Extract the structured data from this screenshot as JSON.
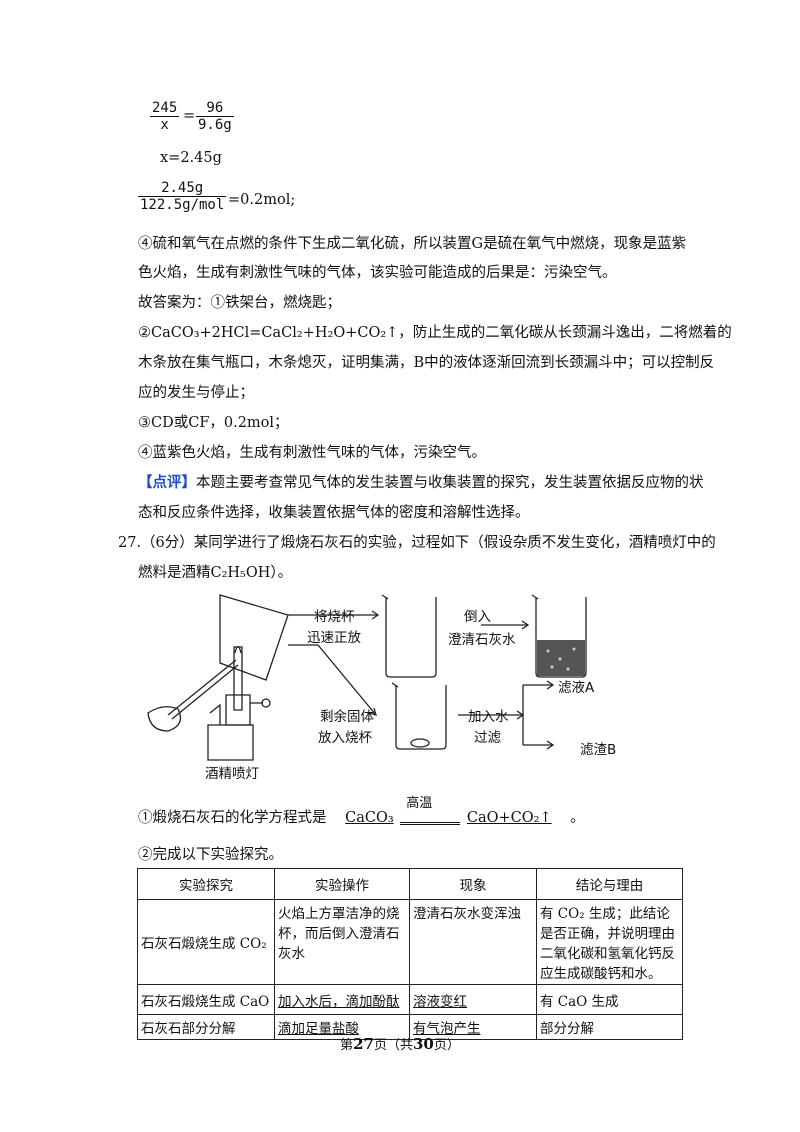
{
  "calc": {
    "frac1_num": "245",
    "frac1_den": "x",
    "eq": "=",
    "frac2_num": "96",
    "frac2_den": "9.6g",
    "x_result": "x=2.45g",
    "frac3_num": "2.45g",
    "frac3_den": "122.5g/mol",
    "frac3_tail": "=0.2mol;"
  },
  "analysis": {
    "p4_line1": "④硫和氧气在点燃的条件下生成二氧化硫，所以装置G是硫在氧气中燃烧，现象是蓝紫",
    "p4_line2": "色火焰，生成有刺激性气味的气体，该实验可能造成的后果是：污染空气。",
    "answer_intro": "故答案为：①铁架台，燃烧匙；",
    "ans2_line1": "②CaCO₃+2HCl=CaCl₂+H₂O+CO₂↑，防止生成的二氧化碳从长颈漏斗逸出，二将燃着的",
    "ans2_line2": "木条放在集气瓶口，木条熄灭，证明集满，B中的液体逐渐回流到长颈漏斗中；可以控制反",
    "ans2_line3": "应的发生与停止；",
    "ans3": "③CD或CF，0.2mol；",
    "ans4": "④蓝紫色火焰，生成有刺激性气味的气体，污染空气。",
    "pinglun_tag": "【点评】",
    "pinglun_line1": "本题主要考查常见气体的发生装置与收集装置的探究，发生装置依据反应物的状",
    "pinglun_line2": "态和反应条件选择，收集装置依据气体的密度和溶解性选择。"
  },
  "question27": {
    "line1": "27.（6分）某同学进行了煅烧石灰石的实验，过程如下（假设杂质不发生变化，酒精喷灯中的",
    "line2": "燃料是酒精C₂H₅OH）。"
  },
  "diagram": {
    "label_lamp": "酒精喷灯",
    "label_step1a": "将烧杯",
    "label_step1b": "迅速正放",
    "label_step2a": "倒入",
    "label_step2b": "澄清石灰水",
    "label_step3a": "剩余固体",
    "label_step3b": "放入烧杯",
    "label_step4a": "加入水",
    "label_step4b": "过滤",
    "label_filtrate": "滤液A",
    "label_residue": "滤渣B"
  },
  "q1": {
    "prefix": "①煅烧石灰石的化学方程式是",
    "condition": "高温",
    "reactant": "CaCO₃",
    "products": "CaO+CO₂↑",
    "suffix": "。"
  },
  "q2": {
    "text": "②完成以下实验探究。"
  },
  "table": {
    "headers": [
      "实验探究",
      "实验操作",
      "现象",
      "结论与理由"
    ],
    "rows": [
      [
        "石灰石煅烧生成 CO₂",
        "火焰上方罩洁净的烧杯，而后倒入澄清石灰水",
        "澄清石灰水变浑浊",
        "有 CO₂ 生成；此结论是否正确，并说明理由二氧化碳和氢氧化钙反应生成碳酸钙和水。"
      ],
      [
        "石灰石煅烧生成 CaO",
        "加入水后，滴加酚酞",
        "溶液变红",
        "有 CaO 生成"
      ],
      [
        "石灰石部分分解",
        "滴加足量盐酸",
        "有气泡产生",
        "部分分解"
      ]
    ]
  },
  "footer": {
    "pre": "第",
    "page": "27",
    "mid": "页（共",
    "total": "30",
    "post": "页）"
  }
}
